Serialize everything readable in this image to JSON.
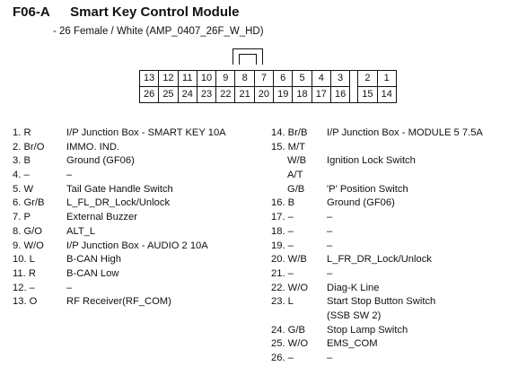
{
  "header": {
    "code": "F06-A",
    "title": "Smart Key Control Module",
    "subtitle": "- 26 Female / White (AMP_0407_26F_W_HD)"
  },
  "connector": {
    "top_row": [
      "13",
      "12",
      "11",
      "10",
      "9",
      "8",
      "7",
      "6",
      "5",
      "4",
      "3",
      "",
      "2",
      "1"
    ],
    "bottom_row": [
      "26",
      "25",
      "24",
      "23",
      "22",
      "21",
      "20",
      "19",
      "18",
      "17",
      "16",
      "",
      "15",
      "14"
    ]
  },
  "left_pins": [
    {
      "pin": "1. R",
      "desc": "I/P Junction Box - SMART KEY 10A"
    },
    {
      "pin": "2. Br/O",
      "desc": "IMMO. IND."
    },
    {
      "pin": "3. B",
      "desc": "Ground (GF06)"
    },
    {
      "pin": "4. –",
      "desc": "–"
    },
    {
      "pin": "5. W",
      "desc": "Tail Gate Handle Switch"
    },
    {
      "pin": "6. Gr/B",
      "desc": "L_FL_DR_Lock/Unlock"
    },
    {
      "pin": "7. P",
      "desc": "External Buzzer"
    },
    {
      "pin": "8. G/O",
      "desc": "ALT_L"
    },
    {
      "pin": "9. W/O",
      "desc": "I/P Junction Box - AUDIO 2 10A"
    },
    {
      "pin": "10. L",
      "desc": "B-CAN High"
    },
    {
      "pin": "11. R",
      "desc": "B-CAN Low"
    },
    {
      "pin": "12. –",
      "desc": "–"
    },
    {
      "pin": "13. O",
      "desc": "RF Receiver(RF_COM)"
    }
  ],
  "right_pins": [
    {
      "pin": "14. Br/B",
      "desc": "I/P Junction Box - MODULE 5 7.5A",
      "kind": "main"
    },
    {
      "pin": "15. M/T",
      "desc": "",
      "kind": "main"
    },
    {
      "pin": "W/B",
      "desc": "Ignition Lock Switch",
      "kind": "sub"
    },
    {
      "pin": "A/T",
      "desc": "",
      "kind": "sub"
    },
    {
      "pin": "G/B",
      "desc": "'P' Position Switch",
      "kind": "sub"
    },
    {
      "pin": "16. B",
      "desc": "Ground (GF06)",
      "kind": "main"
    },
    {
      "pin": "17. –",
      "desc": "–",
      "kind": "main"
    },
    {
      "pin": "18. –",
      "desc": "–",
      "kind": "main"
    },
    {
      "pin": "19. –",
      "desc": "–",
      "kind": "main"
    },
    {
      "pin": "20. W/B",
      "desc": "L_FR_DR_Lock/Unlock",
      "kind": "main"
    },
    {
      "pin": "21. –",
      "desc": "–",
      "kind": "main"
    },
    {
      "pin": "22. W/O",
      "desc": "Diag-K Line",
      "kind": "main"
    },
    {
      "pin": "23. L",
      "desc": "Start Stop Button Switch",
      "kind": "main"
    },
    {
      "pin": "",
      "desc": "(SSB SW 2)",
      "kind": "cont"
    },
    {
      "pin": "24. G/B",
      "desc": "Stop Lamp Switch",
      "kind": "main"
    },
    {
      "pin": "25. W/O",
      "desc": "EMS_COM",
      "kind": "main"
    },
    {
      "pin": "26. –",
      "desc": "–",
      "kind": "main"
    }
  ]
}
